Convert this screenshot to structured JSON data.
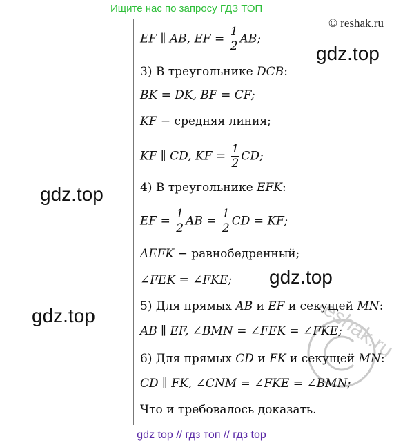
{
  "header": {
    "search_hint": "Ищите нас по запросу ГДЗ ТОП",
    "copyright": "© reshak.ru"
  },
  "watermarks": {
    "gdz": [
      "gdz.top",
      "gdz.top",
      "gdz.top",
      "gdz.top"
    ],
    "stamp_text": "reshak.ru"
  },
  "solution": {
    "l1_a": "EF ∥ AB,  EF = ",
    "l1_num": "1",
    "l1_den": "2",
    "l1_b": "AB;",
    "l2": "3) В треугольнике ",
    "l2_m": "DCB",
    "l2_end": ":",
    "l3": "BK = DK,  BF = CF;",
    "l4_m": "KF",
    "l4": " − средняя линия;",
    "l5_a": "KF ∥ CD,  KF = ",
    "l5_num": "1",
    "l5_den": "2",
    "l5_b": "CD;",
    "l6": "4) В треугольнике ",
    "l6_m": "EFK",
    "l6_end": ":",
    "l7_a": "EF = ",
    "l7_num1": "1",
    "l7_den1": "2",
    "l7_b": "AB = ",
    "l7_num2": "1",
    "l7_den2": "2",
    "l7_c": "CD = KF;",
    "l8_m": "ΔEFK",
    "l8": " − равнобедренный;",
    "l9": "∠FEK = ∠FKE;",
    "l10_a": "5) Для прямых ",
    "l10_m1": "AB",
    "l10_b": " и ",
    "l10_m2": "EF",
    "l10_c": " и секущей ",
    "l10_m3": "MN",
    "l10_end": ":",
    "l11": "AB ∥ EF,  ∠BMN = ∠FEK = ∠FKE;",
    "l12_a": "6) Для прямых ",
    "l12_m1": "CD",
    "l12_b": " и ",
    "l12_m2": "FK",
    "l12_c": " и секущей ",
    "l12_m3": "MN",
    "l12_end": ":",
    "l13": "CD ∥ FK,  ∠CNM = ∠FKE = ∠BMN;",
    "l14": "Что и требовалось доказать."
  },
  "footer": {
    "text": "gdz top  //  гдз топ  //  гдз top"
  }
}
